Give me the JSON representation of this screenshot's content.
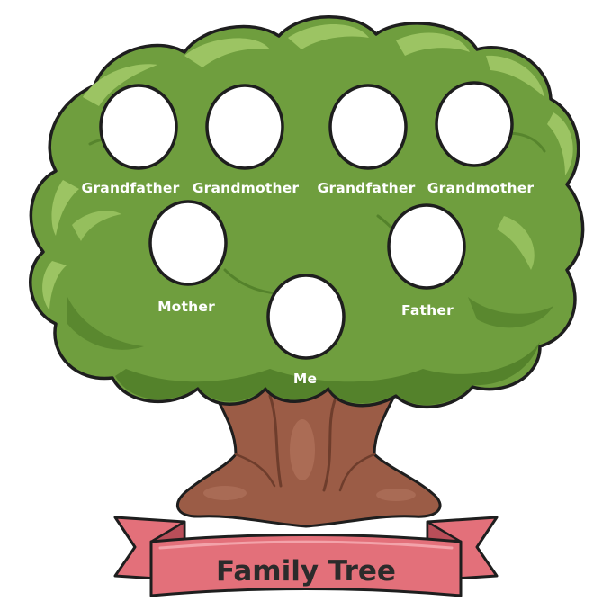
{
  "tree": {
    "members": [
      {
        "label": "Grandfather"
      },
      {
        "label": "Grandmother"
      },
      {
        "label": "Grandfather"
      },
      {
        "label": "Grandmother"
      },
      {
        "label": "Mother"
      },
      {
        "label": "Father"
      },
      {
        "label": "Me"
      }
    ]
  },
  "banner": {
    "title": "Family Tree"
  },
  "colors": {
    "foliage": "#6f9e3e",
    "foliage_light": "#9cc463",
    "foliage_dark": "#4d7a27",
    "trunk": "#9b5c46",
    "trunk_dark": "#6e3d2c",
    "banner": "#e3707a",
    "banner_dark": "#b94e59",
    "outline": "#1e1e1e"
  }
}
